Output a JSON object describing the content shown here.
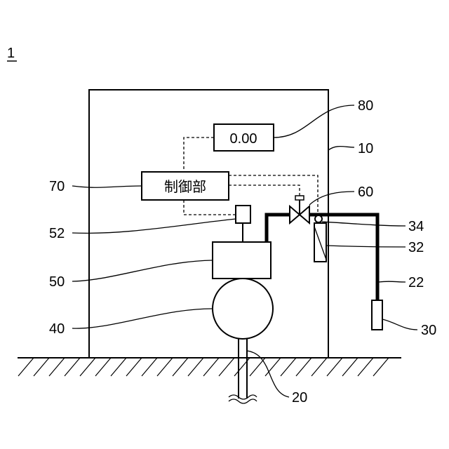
{
  "figure_label": "1",
  "display_value": "0.00",
  "controller_label": "制御部",
  "refs": {
    "r80": "80",
    "r10": "10",
    "r70": "70",
    "r60": "60",
    "r52": "52",
    "r34": "34",
    "r32": "32",
    "r50": "50",
    "r22": "22",
    "r40": "40",
    "r30": "30",
    "r20": "20"
  }
}
